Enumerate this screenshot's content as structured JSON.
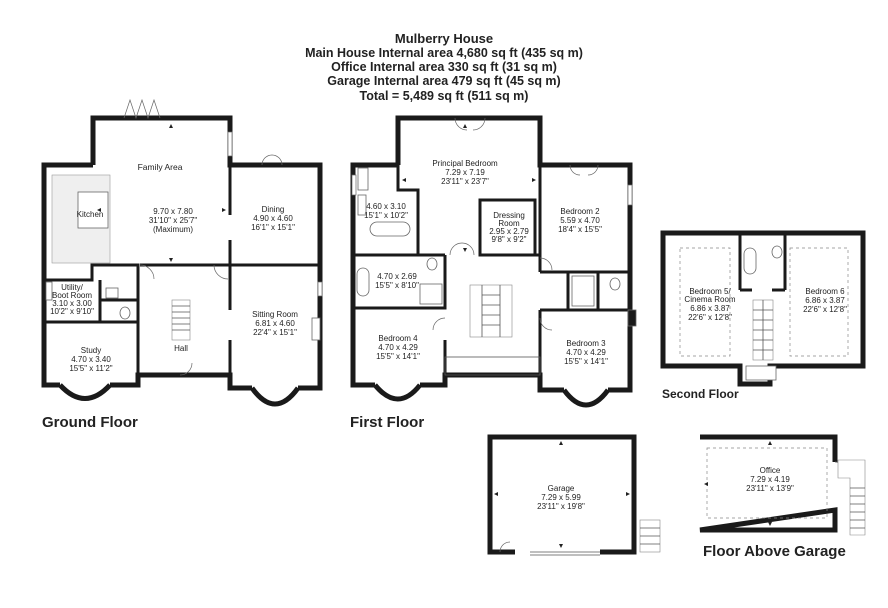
{
  "header": {
    "title": "Mulberry House",
    "line_main": "Main House Internal area 4,680 sq ft (435 sq m)",
    "line_office": "Office Internal area 330 sq ft (31 sq m)",
    "line_garage": "Garage Internal area 479 sq ft (45 sq m)",
    "line_total": "Total = 5,489 sq ft (511 sq m)"
  },
  "floors": {
    "ground": "Ground Floor",
    "first": "First Floor",
    "second": "Second Floor",
    "above_garage": "Floor Above Garage"
  },
  "ground_rooms": {
    "family_area": "Family Area",
    "kitchen": "Kitchen",
    "main_dims": [
      "9.70 x 7.80",
      "31'10\" x 25'7\"",
      "(Maximum)"
    ],
    "dining": [
      "Dining",
      "4.90 x 4.60",
      "16'1\" x 15'1\""
    ],
    "utility": [
      "Utility/",
      "Boot Room",
      "3.10 x 3.00",
      "10'2\" x 9'10\""
    ],
    "hall": "Hall",
    "sitting": [
      "Sitting Room",
      "6.81 x 4.60",
      "22'4\" x 15'1\""
    ],
    "study": [
      "Study",
      "4.70 x 3.40",
      "15'5\" x 11'2\""
    ]
  },
  "first_rooms": {
    "principal": [
      "Principal Bedroom",
      "7.29 x 7.19",
      "23'11\" x 23'7\""
    ],
    "ensuite": [
      "4.60 x 3.10",
      "15'1\" x 10'2\""
    ],
    "dressing": [
      "Dressing",
      "Room",
      "2.95 x 2.79",
      "9'8\" x 9'2\""
    ],
    "bedroom2": [
      "Bedroom 2",
      "5.59 x 4.70",
      "18'4\" x 15'5\""
    ],
    "bath": [
      "4.70 x 2.69",
      "15'5\" x 8'10\""
    ],
    "bedroom4": [
      "Bedroom 4",
      "4.70 x 4.29",
      "15'5\" x 14'1\""
    ],
    "bedroom3": [
      "Bedroom 3",
      "4.70 x 4.29",
      "15'5\" x 14'1\""
    ]
  },
  "second_rooms": {
    "bedroom5": [
      "Bedroom 5/",
      "Cinema Room",
      "6.86 x 3.87",
      "22'6\" x 12'8\""
    ],
    "bedroom6": [
      "Bedroom 6",
      "6.86 x 3.87",
      "22'6\" x 12'8\""
    ]
  },
  "garage": [
    "Garage",
    "7.29 x 5.99",
    "23'11\" x 19'8\""
  ],
  "office": [
    "Office",
    "7.29 x 4.19",
    "23'11\" x 13'9\""
  ]
}
